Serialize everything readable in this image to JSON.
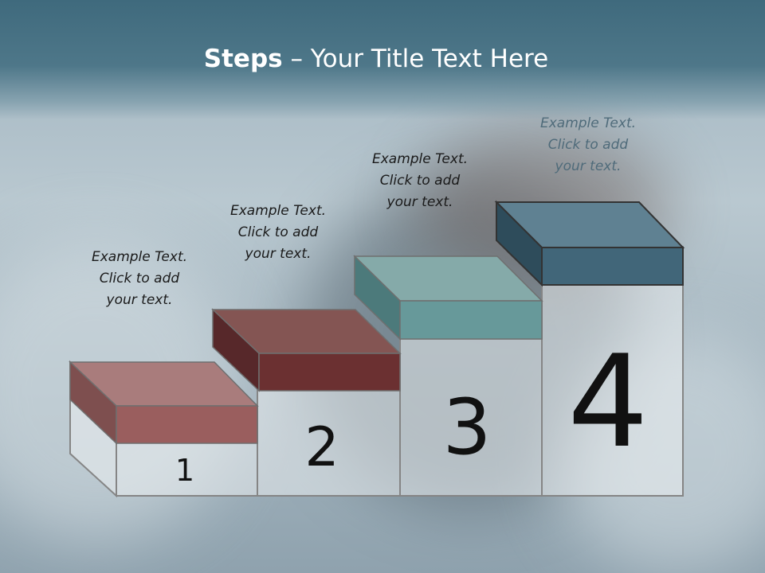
{
  "title": {
    "bold": "Steps",
    "rest": " – Your Title Text Here"
  },
  "steps": [
    {
      "number": "1",
      "lines": [
        "Example Text.",
        "Click  to add",
        "your text."
      ],
      "colors": {
        "top": "#a97c7c",
        "side": "#7e4f4f",
        "front": "#9a5e5e"
      }
    },
    {
      "number": "2",
      "lines": [
        "Example Text.",
        "Click  to add",
        "your text."
      ],
      "colors": {
        "top": "#845553",
        "side": "#57282a",
        "front": "#6b3031"
      }
    },
    {
      "number": "3",
      "lines": [
        "Example Text.",
        "Click  to add",
        "your text."
      ],
      "colors": {
        "top": "#85aaa9",
        "side": "#4c7a7b",
        "front": "#67999a"
      }
    },
    {
      "number": "4",
      "lines": [
        "Example Text.",
        "Click  to add",
        "your text."
      ],
      "colors": {
        "top": "#5f8192",
        "side": "#2e4c5b",
        "front": "#416679"
      }
    }
  ]
}
